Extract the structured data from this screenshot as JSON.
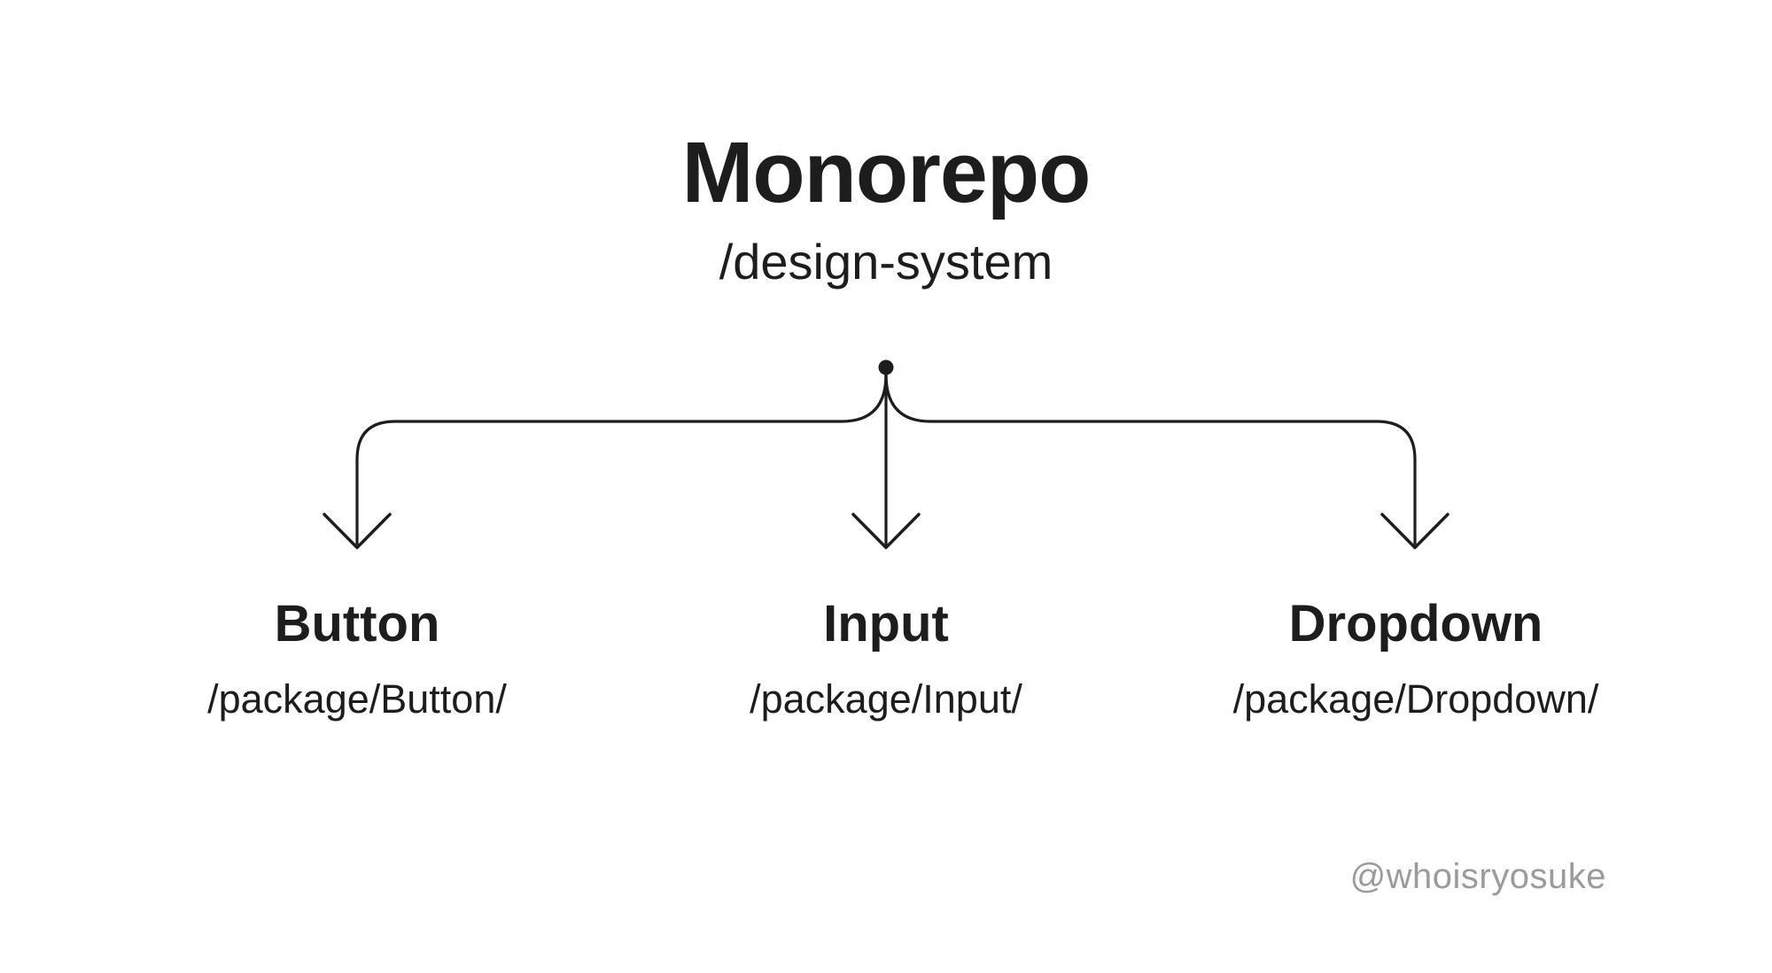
{
  "diagram": {
    "type": "tree",
    "root": {
      "title": "Monorepo",
      "path": "/design-system"
    },
    "children": [
      {
        "name": "Button",
        "path": "/package/Button/"
      },
      {
        "name": "Input",
        "path": "/package/Input/"
      },
      {
        "name": "Dropdown",
        "path": "/package/Dropdown/"
      }
    ]
  },
  "watermark": {
    "handle": "@whoisryosuke"
  },
  "colors": {
    "ink": "#1d1d1d",
    "watermark_gray": "#9b9b9b",
    "background": "#ffffff"
  }
}
